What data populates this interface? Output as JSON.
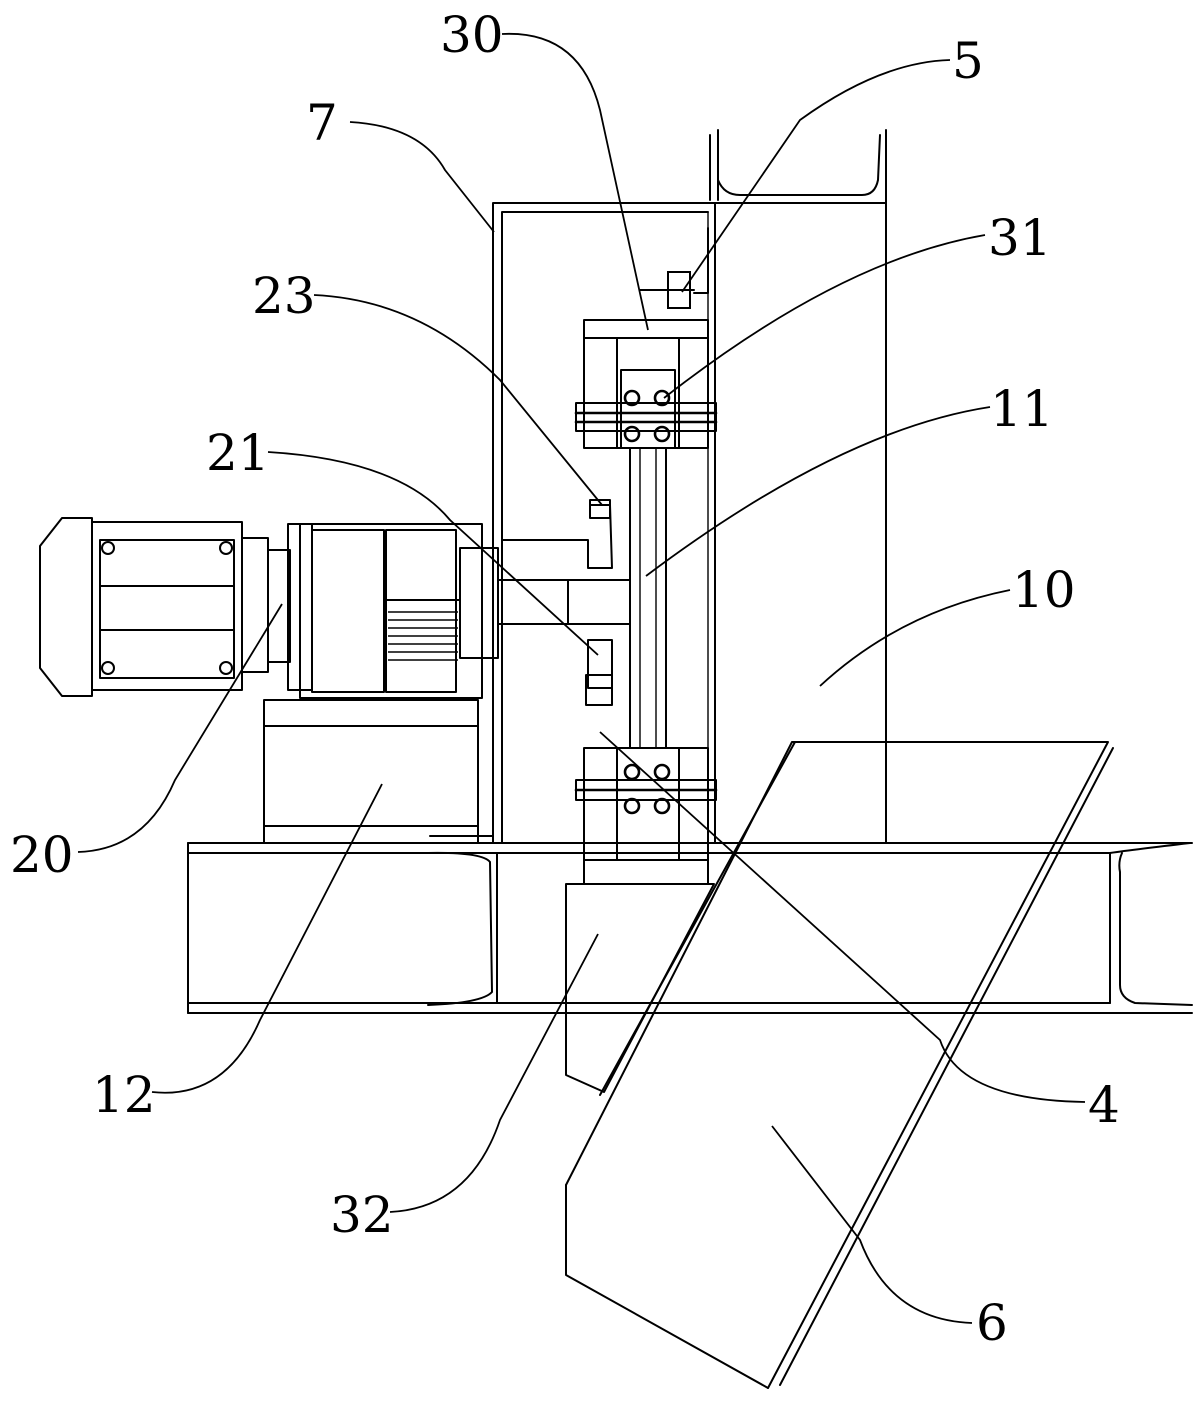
{
  "labels": {
    "l30": "30",
    "l5": "5",
    "l7": "7",
    "l31": "31",
    "l23": "23",
    "l11": "11",
    "l21": "21",
    "l10": "10",
    "l20": "20",
    "l12": "12",
    "l4": "4",
    "l32": "32",
    "l6": "6"
  }
}
